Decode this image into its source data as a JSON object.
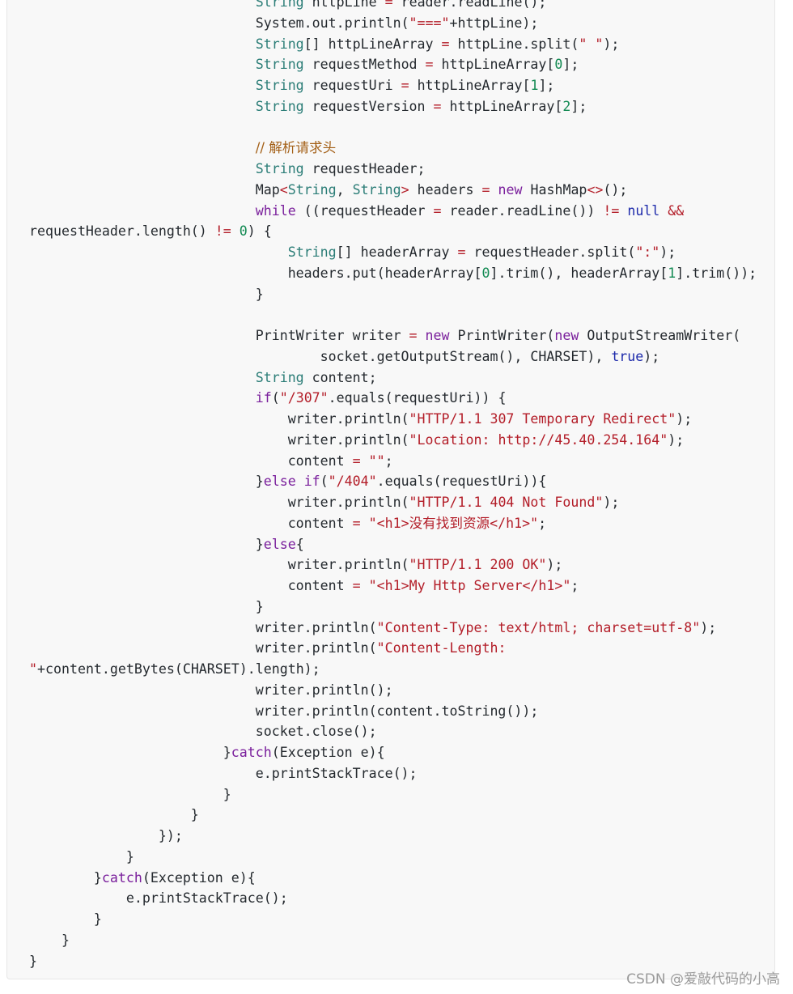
{
  "code": {
    "language": "java",
    "lines": [
      [
        {
          "t": "                            "
        },
        {
          "t": "String",
          "c": "type"
        },
        {
          "t": " httpLine "
        },
        {
          "t": "=",
          "c": "op"
        },
        {
          "t": " reader.readLine();"
        }
      ],
      [
        {
          "t": "                            System.out.println("
        },
        {
          "t": "\"===\"",
          "c": "str"
        },
        {
          "t": "+httpLine);"
        }
      ],
      [
        {
          "t": "                            "
        },
        {
          "t": "String",
          "c": "type"
        },
        {
          "t": "[] httpLineArray "
        },
        {
          "t": "=",
          "c": "op"
        },
        {
          "t": " httpLine.split("
        },
        {
          "t": "\" \"",
          "c": "str"
        },
        {
          "t": ");"
        }
      ],
      [
        {
          "t": "                            "
        },
        {
          "t": "String",
          "c": "type"
        },
        {
          "t": " requestMethod "
        },
        {
          "t": "=",
          "c": "op"
        },
        {
          "t": " httpLineArray["
        },
        {
          "t": "0",
          "c": "num"
        },
        {
          "t": "];"
        }
      ],
      [
        {
          "t": "                            "
        },
        {
          "t": "String",
          "c": "type"
        },
        {
          "t": " requestUri "
        },
        {
          "t": "=",
          "c": "op"
        },
        {
          "t": " httpLineArray["
        },
        {
          "t": "1",
          "c": "num"
        },
        {
          "t": "];"
        }
      ],
      [
        {
          "t": "                            "
        },
        {
          "t": "String",
          "c": "type"
        },
        {
          "t": " requestVersion "
        },
        {
          "t": "=",
          "c": "op"
        },
        {
          "t": " httpLineArray["
        },
        {
          "t": "2",
          "c": "num"
        },
        {
          "t": "];"
        }
      ],
      [
        {
          "t": ""
        }
      ],
      [
        {
          "t": "                            "
        },
        {
          "t": "// 解析请求头",
          "c": "cm"
        }
      ],
      [
        {
          "t": "                            "
        },
        {
          "t": "String",
          "c": "type"
        },
        {
          "t": " requestHeader;"
        }
      ],
      [
        {
          "t": "                            Map"
        },
        {
          "t": "<",
          "c": "op"
        },
        {
          "t": "String",
          "c": "type"
        },
        {
          "t": ", "
        },
        {
          "t": "String",
          "c": "type"
        },
        {
          "t": ">",
          "c": "op"
        },
        {
          "t": " headers "
        },
        {
          "t": "=",
          "c": "op"
        },
        {
          "t": " "
        },
        {
          "t": "new",
          "c": "kw"
        },
        {
          "t": " HashMap"
        },
        {
          "t": "<>",
          "c": "op"
        },
        {
          "t": "();"
        }
      ],
      [
        {
          "t": "                            "
        },
        {
          "t": "while",
          "c": "kw"
        },
        {
          "t": " ((requestHeader "
        },
        {
          "t": "=",
          "c": "op"
        },
        {
          "t": " reader.readLine()) "
        },
        {
          "t": "!=",
          "c": "op"
        },
        {
          "t": " "
        },
        {
          "t": "null",
          "c": "lit"
        },
        {
          "t": " "
        },
        {
          "t": "&&",
          "c": "op"
        }
      ],
      [
        {
          "t": "requestHeader.length() "
        },
        {
          "t": "!=",
          "c": "op"
        },
        {
          "t": " "
        },
        {
          "t": "0",
          "c": "num"
        },
        {
          "t": ") {"
        }
      ],
      [
        {
          "t": "                                "
        },
        {
          "t": "String",
          "c": "type"
        },
        {
          "t": "[] headerArray "
        },
        {
          "t": "=",
          "c": "op"
        },
        {
          "t": " requestHeader.split("
        },
        {
          "t": "\":\"",
          "c": "str"
        },
        {
          "t": ");"
        }
      ],
      [
        {
          "t": "                                headers.put(headerArray["
        },
        {
          "t": "0",
          "c": "num"
        },
        {
          "t": "].trim(), headerArray["
        },
        {
          "t": "1",
          "c": "num"
        },
        {
          "t": "].trim());"
        }
      ],
      [
        {
          "t": "                            }"
        }
      ],
      [
        {
          "t": ""
        }
      ],
      [
        {
          "t": "                            PrintWriter writer "
        },
        {
          "t": "=",
          "c": "op"
        },
        {
          "t": " "
        },
        {
          "t": "new",
          "c": "kw"
        },
        {
          "t": " PrintWriter("
        },
        {
          "t": "new",
          "c": "kw"
        },
        {
          "t": " OutputStreamWriter("
        }
      ],
      [
        {
          "t": "                                    socket.getOutputStream(), CHARSET), "
        },
        {
          "t": "true",
          "c": "lit"
        },
        {
          "t": ");"
        }
      ],
      [
        {
          "t": "                            "
        },
        {
          "t": "String",
          "c": "type"
        },
        {
          "t": " content;"
        }
      ],
      [
        {
          "t": "                            "
        },
        {
          "t": "if",
          "c": "kw"
        },
        {
          "t": "("
        },
        {
          "t": "\"/307\"",
          "c": "str"
        },
        {
          "t": ".equals(requestUri)) {"
        }
      ],
      [
        {
          "t": "                                writer.println("
        },
        {
          "t": "\"HTTP/1.1 307 Temporary Redirect\"",
          "c": "str"
        },
        {
          "t": ");"
        }
      ],
      [
        {
          "t": "                                writer.println("
        },
        {
          "t": "\"Location: http://45.40.254.164\"",
          "c": "str"
        },
        {
          "t": ");"
        }
      ],
      [
        {
          "t": "                                content "
        },
        {
          "t": "=",
          "c": "op"
        },
        {
          "t": " "
        },
        {
          "t": "\"\"",
          "c": "str"
        },
        {
          "t": ";"
        }
      ],
      [
        {
          "t": "                            }"
        },
        {
          "t": "else",
          "c": "kw"
        },
        {
          "t": " "
        },
        {
          "t": "if",
          "c": "kw"
        },
        {
          "t": "("
        },
        {
          "t": "\"/404\"",
          "c": "str"
        },
        {
          "t": ".equals(requestUri)){"
        }
      ],
      [
        {
          "t": "                                writer.println("
        },
        {
          "t": "\"HTTP/1.1 404 Not Found\"",
          "c": "str"
        },
        {
          "t": ");"
        }
      ],
      [
        {
          "t": "                                content "
        },
        {
          "t": "=",
          "c": "op"
        },
        {
          "t": " "
        },
        {
          "t": "\"<h1>没有找到资源</h1>\"",
          "c": "str"
        },
        {
          "t": ";"
        }
      ],
      [
        {
          "t": "                            }"
        },
        {
          "t": "else",
          "c": "kw"
        },
        {
          "t": "{"
        }
      ],
      [
        {
          "t": "                                writer.println("
        },
        {
          "t": "\"HTTP/1.1 200 OK\"",
          "c": "str"
        },
        {
          "t": ");"
        }
      ],
      [
        {
          "t": "                                content "
        },
        {
          "t": "=",
          "c": "op"
        },
        {
          "t": " "
        },
        {
          "t": "\"<h1>My Http Server</h1>\"",
          "c": "str"
        },
        {
          "t": ";"
        }
      ],
      [
        {
          "t": "                            }"
        }
      ],
      [
        {
          "t": "                            writer.println("
        },
        {
          "t": "\"Content-Type: text/html; charset=utf-8\"",
          "c": "str"
        },
        {
          "t": ");"
        }
      ],
      [
        {
          "t": "                            writer.println("
        },
        {
          "t": "\"Content-Length:",
          "c": "str"
        }
      ],
      [
        {
          "t": "\"",
          "c": "str"
        },
        {
          "t": "+content.getBytes(CHARSET).length);"
        }
      ],
      [
        {
          "t": "                            writer.println();"
        }
      ],
      [
        {
          "t": "                            writer.println(content.toString());"
        }
      ],
      [
        {
          "t": "                            socket.close();"
        }
      ],
      [
        {
          "t": "                        }"
        },
        {
          "t": "catch",
          "c": "kw"
        },
        {
          "t": "(Exception e){"
        }
      ],
      [
        {
          "t": "                            e.printStackTrace();"
        }
      ],
      [
        {
          "t": "                        }"
        }
      ],
      [
        {
          "t": "                    }"
        }
      ],
      [
        {
          "t": "                });"
        }
      ],
      [
        {
          "t": "            }"
        }
      ],
      [
        {
          "t": "        }"
        },
        {
          "t": "catch",
          "c": "kw"
        },
        {
          "t": "(Exception e){"
        }
      ],
      [
        {
          "t": "            e.printStackTrace();"
        }
      ],
      [
        {
          "t": "        }"
        }
      ],
      [
        {
          "t": "    }"
        }
      ],
      [
        {
          "t": "}"
        }
      ]
    ]
  },
  "watermark": "CSDN @爱敲代码的小高",
  "colors": {
    "panel_background": "#f8f8f8",
    "text": "#24292e",
    "type": "#2b7d77",
    "keyword": "#7a1f9c",
    "literal": "#1e2bab",
    "string": "#b31d28",
    "number": "#138a53",
    "comment": "#a35f16",
    "watermark": "#9a9a9a"
  }
}
